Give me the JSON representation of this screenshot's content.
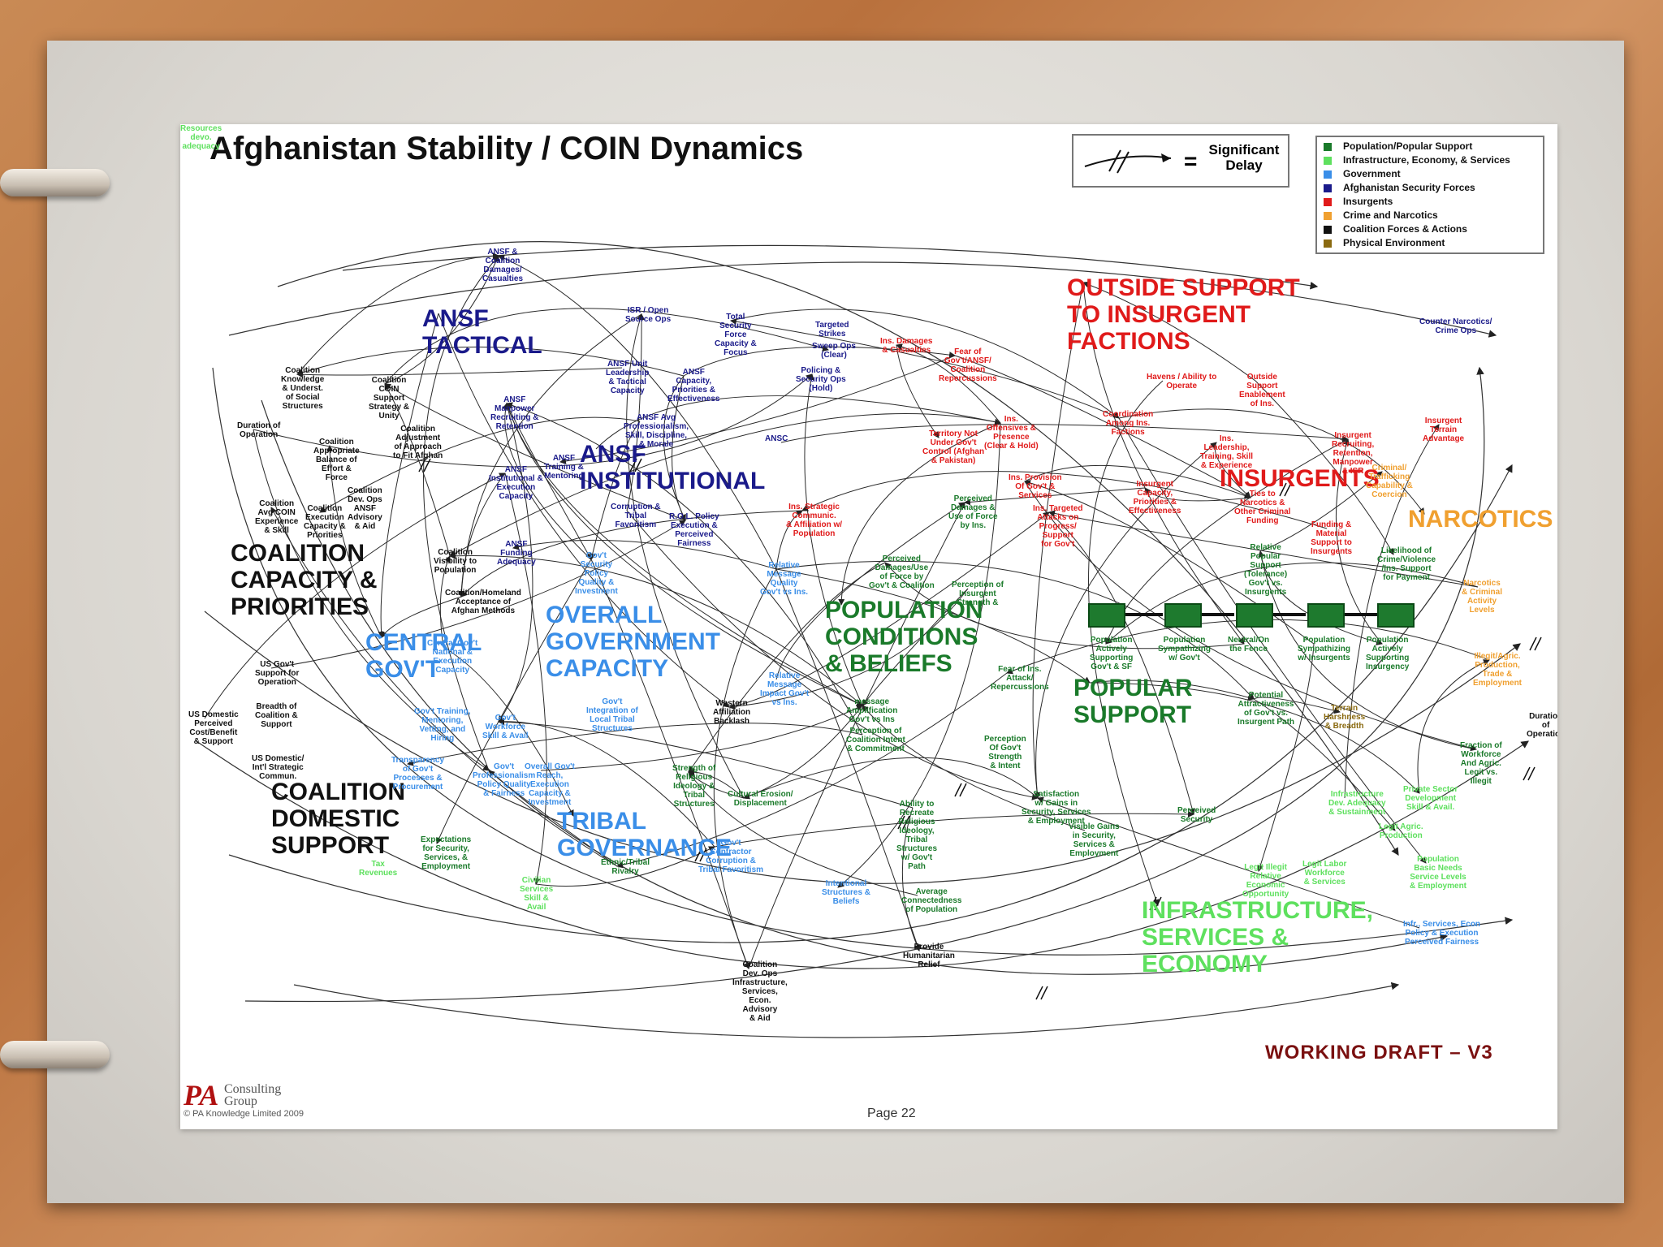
{
  "slide": {
    "title": "Afghanistan Stability / COIN Dynamics",
    "delay_legend": {
      "equals": "=",
      "label": "Significant Delay"
    },
    "legend": [
      {
        "label": "Population/Popular Support",
        "color": "#1a7a2a"
      },
      {
        "label": "Infrastructure, Economy, & Services",
        "color": "#5ee05e"
      },
      {
        "label": "Government",
        "color": "#3a8ee8"
      },
      {
        "label": "Afghanistan Security Forces",
        "color": "#1a1a8a"
      },
      {
        "label": "Insurgents",
        "color": "#e01a1a"
      },
      {
        "label": "Crime and Narcotics",
        "color": "#f0a030"
      },
      {
        "label": "Coalition Forces & Actions",
        "color": "#111111"
      },
      {
        "label": "Physical Environment",
        "color": "#8a6a10"
      }
    ],
    "footer": {
      "draft": "WORKING DRAFT – V3",
      "page": "Page 22",
      "logo_pa": "PA",
      "logo_consulting": "Consulting",
      "logo_group": "Group",
      "copyright": "© PA Knowledge Limited 2009"
    }
  },
  "colors": {
    "population": "#1a7a2a",
    "infrastructure": "#5ee05e",
    "government": "#3a8ee8",
    "ansf": "#1a1a8a",
    "insurgents": "#e01a1a",
    "narcotics": "#f0a030",
    "coalition": "#111111"
  },
  "sections": [
    {
      "id": "ansf-tactical",
      "text": "ANSF\nTACTICAL",
      "color": "#1a1a8a"
    },
    {
      "id": "ansf-institutional",
      "text": "ANSF\nINSTITUTIONAL",
      "color": "#1a1a8a"
    },
    {
      "id": "outside-support",
      "text": "OUTSIDE SUPPORT\nTO INSURGENT\nFACTIONS",
      "color": "#e01a1a"
    },
    {
      "id": "insurgents",
      "text": "INSURGENTS",
      "color": "#e01a1a"
    },
    {
      "id": "narcotics",
      "text": "NARCOTICS",
      "color": "#f0a030"
    },
    {
      "id": "coalition-capacity",
      "text": "COALITION\nCAPACITY &\nPRIORITIES",
      "color": "#111111"
    },
    {
      "id": "overall-gov",
      "text": "OVERALL\nGOVERNMENT\nCAPACITY",
      "color": "#3a8ee8"
    },
    {
      "id": "central-gov",
      "text": "CENTRAL\nGOV'T",
      "color": "#3a8ee8"
    },
    {
      "id": "population-conditions",
      "text": "POPULATION\nCONDITIONS\n& BELIEFS",
      "color": "#1a7a2a"
    },
    {
      "id": "popular-support",
      "text": "POPULAR\nSUPPORT",
      "color": "#1a7a2a"
    },
    {
      "id": "coalition-domestic",
      "text": "COALITION\nDOMESTIC\nSUPPORT",
      "color": "#111111"
    },
    {
      "id": "tribal-governance",
      "text": "TRIBAL\nGOVERNANCE",
      "color": "#3a8ee8"
    },
    {
      "id": "infrastructure",
      "text": "INFRASTRUCTURE,\nSERVICES &\nECONOMY",
      "color": "#5ee05e"
    }
  ],
  "nodes": [
    {
      "text": "ANSF &\nCoalition\nDamages/\nCasualties",
      "color": "#1a1a8a"
    },
    {
      "text": "ISR / Open\nSource Ops",
      "color": "#1a1a8a"
    },
    {
      "text": "Total\nSecurity\nForce\nCapacity &\nFocus",
      "color": "#1a1a8a"
    },
    {
      "text": "Targeted\nStrikes",
      "color": "#1a1a8a"
    },
    {
      "text": "Sweep Ops\n(Clear)",
      "color": "#1a1a8a"
    },
    {
      "text": "Policing &\nSecurity Ops\n(Hold)",
      "color": "#1a1a8a"
    },
    {
      "text": "Ins. Damages\n& Casualties",
      "color": "#e01a1a"
    },
    {
      "text": "Fear of\nGov't/ANSF/\nCoalition\nRepercussions",
      "color": "#e01a1a"
    },
    {
      "text": "ANSF Unit\nLeadership\n& Tactical\nCapacity",
      "color": "#1a1a8a"
    },
    {
      "text": "ANSF\nCapacity,\nPriorities &\nEffectiveness",
      "color": "#1a1a8a"
    },
    {
      "text": "ANSF\nManpower\nRecruiting &\nRetention",
      "color": "#1a1a8a"
    },
    {
      "text": "ANSF Avg\nProfessionalism,\nSkill, Discipline,\n& Morale",
      "color": "#1a1a8a"
    },
    {
      "text": "ANSC",
      "color": "#1a1a8a"
    },
    {
      "text": "ANSF\nInstitutional &\nExecution\nCapacity",
      "color": "#1a1a8a"
    },
    {
      "text": "ANSF\nTraining &\nMentoring",
      "color": "#1a1a8a"
    },
    {
      "text": "Corruption &\nTribal\nFavoritism",
      "color": "#1a1a8a"
    },
    {
      "text": "R.O.L. Policy\nExecution &\nPerceived\nFairness",
      "color": "#1a1a8a"
    },
    {
      "text": "ANSF\nFunding\nAdequacy",
      "color": "#1a1a8a"
    },
    {
      "text": "Coalition\nKnowledge\n& Underst.\nof Social\nStructures",
      "color": "#111111"
    },
    {
      "text": "Coalition\nCOIN\nSupport\nStrategy &\nUnity",
      "color": "#111111"
    },
    {
      "text": "Duration of\nOperation",
      "color": "#111111"
    },
    {
      "text": "Coalition\nAppropriate\nBalance of\nEffort &\nForce",
      "color": "#111111"
    },
    {
      "text": "Coalition\nAdjustment\nof Approach\nto Fit Afghan",
      "color": "#111111"
    },
    {
      "text": "Coalition\nAvg COIN\nExperience\n& Skill",
      "color": "#111111"
    },
    {
      "text": "Coalition\nExecution\nCapacity &\nPriorities",
      "color": "#111111"
    },
    {
      "text": "Coalition\nDev. Ops\nANSF\nAdvisory\n& Aid",
      "color": "#111111"
    },
    {
      "text": "Coalition\nVisibility to\nPopulation",
      "color": "#111111"
    },
    {
      "text": "Coalition/Homeland\nAcceptance of\nAfghan Methods",
      "color": "#111111"
    },
    {
      "text": "Ins. Strategic\nCommunic.\n& Affiliation w/\nPopulation",
      "color": "#e01a1a"
    },
    {
      "text": "Territory Not\nUnder Gov't\nControl (Afghan\n& Pakistan)",
      "color": "#e01a1a"
    },
    {
      "text": "Ins.\nOffensives &\nPresence\n(Clear & Hold)",
      "color": "#e01a1a"
    },
    {
      "text": "Ins. Provision\nOf Gov't &\nServices",
      "color": "#e01a1a"
    },
    {
      "text": "Ins. Targeted\nAttacks on\nProgress/\nSupport\nfor Gov't",
      "color": "#e01a1a"
    },
    {
      "text": "Havens / Ability to\nOperate",
      "color": "#e01a1a"
    },
    {
      "text": "Outside\nSupport\nEnablement\nof Ins.",
      "color": "#e01a1a"
    },
    {
      "text": "Coordination\nAmong Ins.\nFactions",
      "color": "#e01a1a"
    },
    {
      "text": "Ins.\nLeadership,\nTraining, Skill\n& Experience",
      "color": "#e01a1a"
    },
    {
      "text": "Insurgent\nRecruiting,\nRetention,\nManpower\n& ISR",
      "color": "#e01a1a"
    },
    {
      "text": "Insurgent\nTerrain\nAdvantage",
      "color": "#e01a1a"
    },
    {
      "text": "Insurgent\nCapacity,\nPriorities &\nEffectiveness",
      "color": "#e01a1a"
    },
    {
      "text": "Ties to\nNarcotics &\nOther Criminal\nFunding",
      "color": "#e01a1a"
    },
    {
      "text": "Funding &\nMaterial\nSupport to\nInsurgents",
      "color": "#e01a1a"
    },
    {
      "text": "Counter Narcotics/\nCrime Ops",
      "color": "#1a1a8a"
    },
    {
      "text": "Criminal/\nTrafficking\nCapability &\nCoercion",
      "color": "#f0a030"
    },
    {
      "text": "Likelihood of\nCrime/Violence\n/Ins. Support\nfor Payment",
      "color": "#1a7a2a"
    },
    {
      "text": "Narcotics\n& Criminal\nActivity\nLevels",
      "color": "#f0a030"
    },
    {
      "text": "Illegit/Agric.\nProduction,\nTrade &\nEmployment",
      "color": "#f0a030"
    },
    {
      "text": "Perceived\nDamages &\nUse of Force\nby Ins.",
      "color": "#1a7a2a"
    },
    {
      "text": "Perceived\nDamages/Use\nof Force by\nGov't & Coalition",
      "color": "#1a7a2a"
    },
    {
      "text": "Perception of\nInsurgent\nStrength &",
      "color": "#1a7a2a"
    },
    {
      "text": "Relative\nPopular\nSupport\n(Tolerance)\nGov't vs.\nInsurgents",
      "color": "#1a7a2a"
    },
    {
      "text": "Gov't\nSecurity\nPolicy\nQuality &\nInvestment",
      "color": "#3a8ee8"
    },
    {
      "text": "Relative\nMessage\nQuality\nGov't vs Ins.",
      "color": "#3a8ee8"
    },
    {
      "text": "Central Gov't\nNational &\nExecution\nCapacity",
      "color": "#3a8ee8"
    },
    {
      "text": "Relative\nMessage\nImpact Gov't\nvs Ins.",
      "color": "#3a8ee8"
    },
    {
      "text": "Gov't\nIntegration of\nLocal Tribal\nStructures",
      "color": "#3a8ee8"
    },
    {
      "text": "message\nAmplification\nGov't vs Ins",
      "color": "#1a7a2a"
    },
    {
      "text": "Fear of Ins.\nAttack/\nRepercussions",
      "color": "#1a7a2a"
    },
    {
      "text": "Population\nActively\nSupporting\nGov't & SF",
      "color": "#1a7a2a"
    },
    {
      "text": "Population\nSympathizing\nw/ Gov't",
      "color": "#1a7a2a"
    },
    {
      "text": "Neutral/On\nthe Fence",
      "color": "#1a7a2a"
    },
    {
      "text": "Population\nSympathizing\nw/ Insurgents",
      "color": "#1a7a2a"
    },
    {
      "text": "Population\nActively\nSupporting\nInsurgency",
      "color": "#1a7a2a"
    },
    {
      "text": "Potential\nAttractiveness\nof Gov't vs.\nInsurgent Path",
      "color": "#1a7a2a"
    },
    {
      "text": "Terrain\nHarshness\n& Breadth",
      "color": "#8a6a10"
    },
    {
      "text": "Duration\nof\nOperation",
      "color": "#111111"
    },
    {
      "text": "Fraction of\nWorkforce\nAnd Agric.\nLegit vs.\nIllegit",
      "color": "#1a7a2a"
    },
    {
      "text": "US Gov't\nSupport for\nOperation",
      "color": "#111111"
    },
    {
      "text": "Breadth of\nCoalition &\nSupport",
      "color": "#111111"
    },
    {
      "text": "US Domestic\nPerceived\nCost/Benefit\n& Support",
      "color": "#111111"
    },
    {
      "text": "US Domestic/\nInt'l Strategic\nCommun.",
      "color": "#111111"
    },
    {
      "text": "Gov't Training,\nMentoring,\nVetting, and\nHiring",
      "color": "#3a8ee8"
    },
    {
      "text": "Gov't\nWorkforce\nSkill & Avail",
      "color": "#3a8ee8"
    },
    {
      "text": "Transparency\nof Gov't\nProcesses &\nProcurement",
      "color": "#3a8ee8"
    },
    {
      "text": "Gov't\nProfessionalism\nPolicy Quality\n& Fairness",
      "color": "#3a8ee8"
    },
    {
      "text": "Overall Gov't\nReach,\nExecution\nCapacity &\nInvestment",
      "color": "#3a8ee8"
    },
    {
      "text": "Western\nAffiliation\nBacklash",
      "color": "#111111"
    },
    {
      "text": "Perception of\nCoalition Intent\n& Commitment",
      "color": "#1a7a2a"
    },
    {
      "text": "Perception\nOf Gov't\nStrength\n& Intent",
      "color": "#1a7a2a"
    },
    {
      "text": "Strength of\nReligious\nIdeology &\nTribal\nStructures",
      "color": "#1a7a2a"
    },
    {
      "text": "Cultural Erosion/\nDisplacement",
      "color": "#1a7a2a"
    },
    {
      "text": "Ability to\nRecreate\nReligious\nIdeology,\nTribal\nStructures\nw/ Gov't\nPath",
      "color": "#1a7a2a"
    },
    {
      "text": "Satisfaction\nw/ Gains in\nSecurity, Services\n& Employment",
      "color": "#1a7a2a"
    },
    {
      "text": "Visible Gains\nin Security,\nServices &\nEmployment",
      "color": "#1a7a2a"
    },
    {
      "text": "Expectations\nfor Security,\nServices, &\nEmployment",
      "color": "#1a7a2a"
    },
    {
      "text": "Gov't\nContractor\nCorruption &\nTribal Favoritism",
      "color": "#3a8ee8"
    },
    {
      "text": "Ethnic/Tribal\nRivalry",
      "color": "#1a7a2a"
    },
    {
      "text": "Intentional\nStructures &\nBeliefs",
      "color": "#3a8ee8"
    },
    {
      "text": "Average\nConnectedness\nof Population",
      "color": "#1a7a2a"
    },
    {
      "text": "Perceived\nSecurity",
      "color": "#1a7a2a"
    },
    {
      "text": "Infrastructure\nDev. Adequacy\n& Sustainment",
      "color": "#5ee05e"
    },
    {
      "text": "Private Sector\nDevelopment\nSkill & Avail.",
      "color": "#5ee05e"
    },
    {
      "text": "Legit Agric.\nProduction",
      "color": "#5ee05e"
    },
    {
      "text": "Population\nBasic Needs\nService Levels\n& Employment",
      "color": "#5ee05e"
    },
    {
      "text": "Legit Illegit\nRelative\nEconomic\nOpportunity",
      "color": "#5ee05e"
    },
    {
      "text": "Legit Labor\nWorkforce\n& Services",
      "color": "#5ee05e"
    },
    {
      "text": "Civilian\nServices\nSkill &\nAvail",
      "color": "#5ee05e"
    },
    {
      "text": "Tax\nRevenues",
      "color": "#5ee05e"
    },
    {
      "text": "Coalition\nDev. Ops\nInfrastructure,\nServices,\nEcon.\nAdvisory\n& Aid",
      "color": "#111111"
    },
    {
      "text": "Provide\nHumanitarian\nRelief",
      "color": "#111111"
    },
    {
      "text": "Infr., Services, Econ\nPolicy & Execution\nPerceived Fairness",
      "color": "#3a8ee8"
    },
    {
      "text": "Resources\ndevo.\nadequacy",
      "color": "#5ee05e"
    }
  ]
}
